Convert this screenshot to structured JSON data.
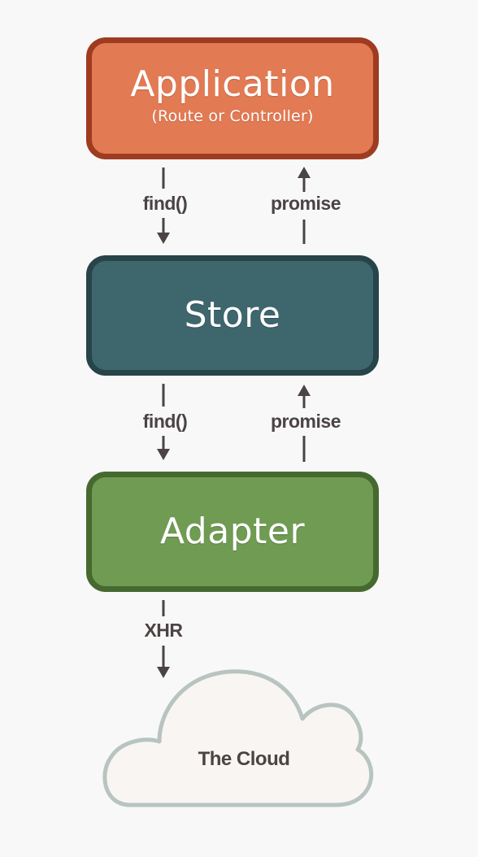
{
  "application": {
    "title": "Application",
    "subtitle": "(Route or Controller)"
  },
  "store": {
    "title": "Store"
  },
  "adapter": {
    "title": "Adapter"
  },
  "arrows": {
    "app_to_store": "find()",
    "store_to_app": "promise",
    "store_to_adapter": "find()",
    "adapter_to_store": "promise",
    "adapter_to_cloud": "XHR"
  },
  "cloud": {
    "label": "The Cloud"
  },
  "colors": {
    "application_fill": "#e27a53",
    "application_border": "#9f3b21",
    "store_fill": "#3e666d",
    "store_border": "#274449",
    "adapter_fill": "#6f9b52",
    "adapter_border": "#46692f",
    "cloud_fill": "#f9f5f2",
    "cloud_border": "#b7c4c0",
    "arrow": "#4b4344"
  }
}
